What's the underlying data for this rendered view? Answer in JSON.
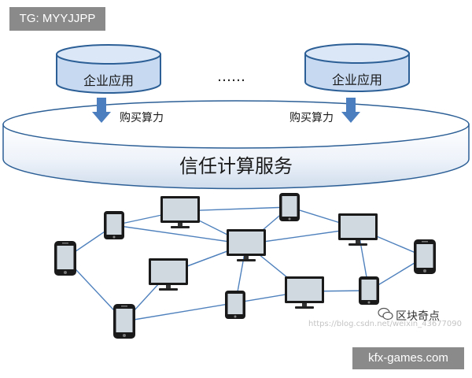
{
  "header": {
    "tag": "TG: MYYJJPP"
  },
  "apps": [
    {
      "label": "企业应用"
    },
    {
      "label": "企业应用"
    }
  ],
  "ellipsis": "……",
  "purchase_labels": [
    "购买算力",
    "购买算力"
  ],
  "service": {
    "label": "信任计算服务"
  },
  "watermark": {
    "name": "区块奇点",
    "url": "https://blog.csdn.net/weixin_43677090"
  },
  "footer": {
    "site": "kfx-games.com"
  },
  "colors": {
    "cylinder_fill": "#c6d9f1",
    "cylinder_stroke": "#2c5f96",
    "arrow": "#4a7ebf",
    "link": "#4f81bd",
    "device_body": "#1a1a1a",
    "screen": "#d0d8e0"
  },
  "network": {
    "nodes": [
      {
        "id": "tablet-1",
        "kind": "tablet"
      },
      {
        "id": "monitor-1",
        "kind": "monitor"
      },
      {
        "id": "tablet-2",
        "kind": "tablet"
      },
      {
        "id": "monitor-2",
        "kind": "monitor"
      },
      {
        "id": "phone-1",
        "kind": "phone"
      },
      {
        "id": "monitor-3",
        "kind": "monitor"
      },
      {
        "id": "monitor-4",
        "kind": "monitor"
      },
      {
        "id": "phone-2",
        "kind": "phone"
      },
      {
        "id": "monitor-5",
        "kind": "monitor"
      },
      {
        "id": "tablet-3",
        "kind": "tablet"
      },
      {
        "id": "tablet-4",
        "kind": "tablet"
      },
      {
        "id": "phone-3",
        "kind": "phone"
      }
    ],
    "edges": [
      [
        "monitor-1",
        "tablet-2"
      ],
      [
        "tablet-2",
        "monitor-2"
      ],
      [
        "tablet-1",
        "monitor-1"
      ],
      [
        "tablet-1",
        "monitor-3"
      ],
      [
        "phone-1",
        "tablet-1"
      ],
      [
        "monitor-1",
        "monitor-3"
      ],
      [
        "monitor-3",
        "monitor-4"
      ],
      [
        "monitor-3",
        "monitor-2"
      ],
      [
        "monitor-3",
        "tablet-3"
      ],
      [
        "monitor-3",
        "monitor-5"
      ],
      [
        "monitor-2",
        "phone-2"
      ],
      [
        "monitor-2",
        "tablet-4"
      ],
      [
        "monitor-4",
        "phone-3"
      ],
      [
        "monitor-4",
        "monitor-3"
      ],
      [
        "phone-1",
        "phone-3"
      ],
      [
        "phone-3",
        "monitor-5"
      ],
      [
        "monitor-5",
        "tablet-4"
      ],
      [
        "tablet-4",
        "phone-2"
      ],
      [
        "tablet-2",
        "monitor-3"
      ]
    ]
  }
}
